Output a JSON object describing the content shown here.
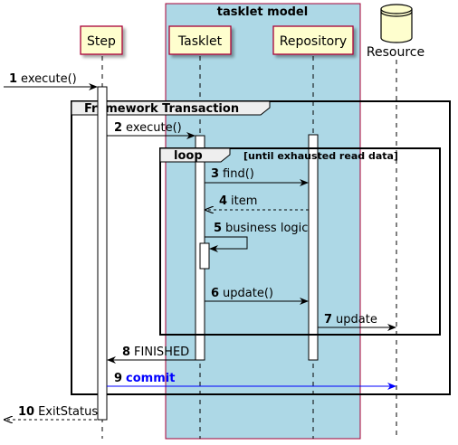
{
  "diagram": {
    "box": {
      "title": "tasklet model",
      "fill": "#ADD8E6",
      "stroke": "#A80036"
    },
    "participants": [
      {
        "id": "step",
        "label": "Step"
      },
      {
        "id": "tasklet",
        "label": "Tasklet"
      },
      {
        "id": "repository",
        "label": "Repository"
      },
      {
        "id": "resource",
        "label": "Resource"
      }
    ],
    "frames": {
      "transaction": {
        "title": "Framework Transaction"
      },
      "loop": {
        "title": "loop",
        "condition": "[until exhausted read data]"
      }
    },
    "messages": [
      {
        "num": "1",
        "text": "execute()"
      },
      {
        "num": "2",
        "text": "execute()"
      },
      {
        "num": "3",
        "text": "find()"
      },
      {
        "num": "4",
        "text": "item"
      },
      {
        "num": "5",
        "text": "business logic"
      },
      {
        "num": "6",
        "text": "update()"
      },
      {
        "num": "7",
        "text": "update"
      },
      {
        "num": "8",
        "text": "FINISHED"
      },
      {
        "num": "9",
        "text": "commit"
      },
      {
        "num": "10",
        "text": "ExitStatus"
      }
    ],
    "colors": {
      "participant_fill": "#FEFECE",
      "participant_stroke": "#A80036",
      "commit": "#0000FF",
      "frame_stroke": "#000000"
    }
  }
}
